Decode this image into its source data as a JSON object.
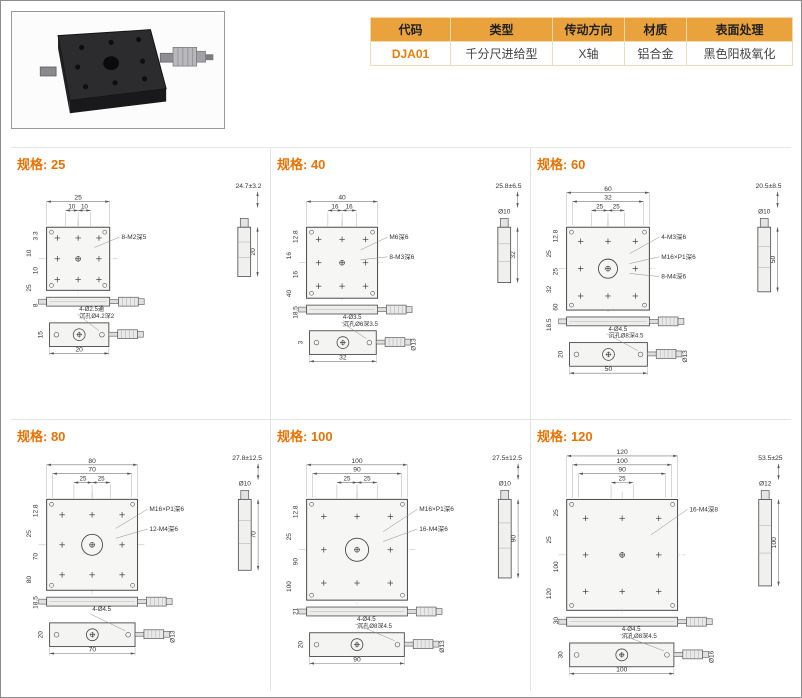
{
  "colors": {
    "accent_orange": "#e87304",
    "table_header_bg": "#eaa33c",
    "drawing_line": "#474747"
  },
  "table": {
    "headers": [
      "代码",
      "类型",
      "传动方向",
      "材质",
      "表面处理"
    ],
    "row": [
      "DJA01",
      "千分尺进给型",
      "X轴",
      "铝合金",
      "黑色阳极氧化"
    ]
  },
  "panels": [
    {
      "title": "规格: 25",
      "top_dims": [
        "25"
      ],
      "inner_dims": [
        "10",
        "10"
      ],
      "travel_dim": "24.7±3.2",
      "left_dims": [
        "3.3",
        "10",
        "10",
        "25",
        "8"
      ],
      "annotations": [
        "8-M2深5"
      ],
      "side_view": {
        "dia": "",
        "length": "20"
      },
      "bottom_view": {
        "width": "20",
        "note1": "4-Ø2.5通",
        "note2": "沉孔Ø4.2深2",
        "height": "15",
        "dia": ""
      }
    },
    {
      "title": "规格: 40",
      "top_dims": [
        "40"
      ],
      "inner_dims": [
        "16",
        "16"
      ],
      "travel_dim": "25.8±6.5",
      "left_dims": [
        "12.8",
        "16",
        "16",
        "40",
        "18.5"
      ],
      "annotations": [
        "M6深6",
        "8-M3深6"
      ],
      "side_view": {
        "dia": "Ø10",
        "length": "32"
      },
      "bottom_view": {
        "width": "32",
        "note1": "4-Ø3.5",
        "note2": "沉孔Ø6深3.5",
        "height": "3",
        "dia": "Ø13"
      }
    },
    {
      "title": "规格: 60",
      "top_dims": [
        "60",
        "32"
      ],
      "inner_dims": [
        "25",
        "25"
      ],
      "travel_dim": "20.5±8.5",
      "left_dims": [
        "12.8",
        "25",
        "25",
        "32",
        "60",
        "18.5"
      ],
      "annotations": [
        "4-M3深6",
        "M16×P1深6",
        "8-M4深6"
      ],
      "side_view": {
        "dia": "Ø10",
        "length": "50"
      },
      "bottom_view": {
        "width": "50",
        "note1": "4-Ø4.5",
        "note2": "沉孔Ø8深4.5",
        "height": "20",
        "dia": "Ø13"
      }
    },
    {
      "title": "规格: 80",
      "top_dims": [
        "80",
        "70"
      ],
      "inner_dims": [
        "25",
        "25"
      ],
      "travel_dim": "27.8±12.5",
      "left_dims": [
        "12.8",
        "25",
        "70",
        "80",
        "18.5"
      ],
      "annotations": [
        "M16×P1深6",
        "12-M4深6"
      ],
      "side_view": {
        "dia": "Ø10",
        "length": "70"
      },
      "bottom_view": {
        "width": "70",
        "note1": "4-Ø4.5",
        "note2": "",
        "height": "20",
        "dia": "Ø13"
      }
    },
    {
      "title": "规格: 100",
      "top_dims": [
        "100",
        "90"
      ],
      "inner_dims": [
        "25",
        "25"
      ],
      "travel_dim": "27.5±12.5",
      "left_dims": [
        "12.8",
        "25",
        "90",
        "100",
        "21"
      ],
      "annotations": [
        "M16×P1深6",
        "16-M4深6"
      ],
      "side_view": {
        "dia": "Ø10",
        "length": "90"
      },
      "bottom_view": {
        "width": "90",
        "note1": "4-Ø4.5",
        "note2": "沉孔Ø8深4.5",
        "height": "20",
        "dia": "Ø13"
      }
    },
    {
      "title": "规格: 120",
      "top_dims": [
        "120",
        "100",
        "90"
      ],
      "inner_dims": [
        "25"
      ],
      "travel_dim": "53.5±25",
      "left_dims": [
        "25",
        "25",
        "100",
        "120",
        "30"
      ],
      "annotations": [
        "16-M4深8"
      ],
      "side_view": {
        "dia": "Ø12",
        "length": "100"
      },
      "bottom_view": {
        "width": "100",
        "note1": "4-Ø4.5",
        "note2": "沉孔Ø8深4.5",
        "height": "30",
        "dia": "Ø16"
      }
    }
  ]
}
